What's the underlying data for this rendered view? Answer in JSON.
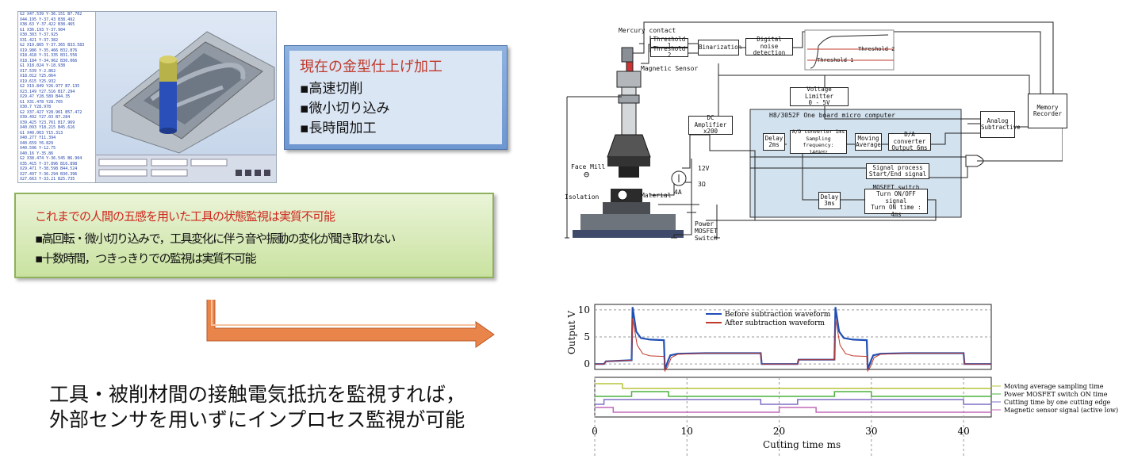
{
  "cam": {
    "code_lines": [
      "G2 X47.539 Y-36.151 B7.702",
      "X44.195 Y-37.43 B38.492",
      "X38.63 Y-37.422 B38.465",
      "G1 X36.193 Y-37.904",
      "X30.303 Y-37.925",
      "X31.421 Y-37.382",
      "G2 X19.865 Y-37.365 B33.583",
      "X19.986 Y-35.466 B32.876",
      "X18.418 Y-31.335 B31.556",
      "X18.184 Y-34.962 B30.066",
      "G1 X18.024 Y-18.938",
      "X17.539 Y-2.862",
      "X18.012 Y25.064",
      "X19.615 Y25.932",
      "G2 X19.849 Y26.977 B7.135",
      "X23.149 Y27.516 B17.294",
      "X29.47 Y28.589 B44.35",
      "G1 X31.478 Y28.765",
      "X30.7 Y28.978",
      "G2 X37.427 Y28.961 B57.472",
      "X39.492 Y27.03 B7.284",
      "X39.425 Y23.761 B17.969",
      "X40.093 Y18.215 B45.616",
      "G1 X40.063 Y15.313",
      "X40.277 Y11.394",
      "X40.659 Y6.829",
      "X40.596 Y-12.75",
      "X40.16 Y-35.86",
      "G2 X38.474 Y-36.545 B6.904",
      "X35.415 Y-37.896 B16.898",
      "X29.471 Y-38.598 B44.524",
      "X27.497 Y-36.294 B30.396",
      "X27.663 Y-33.21 B25.735"
    ]
  },
  "blue_box": {
    "title": "現在の金型仕上げ加工",
    "items": [
      "▪高速切削",
      "▪微小切り込み",
      "▪長時間加工"
    ]
  },
  "green_box": {
    "title": "これまでの人間の五感を用いた工具の状態監視は実質不可能",
    "items": [
      "▪高回転・微小切り込みで，工具変化に伴う音や振動の変化が聞き取れない",
      "▪十数時間，つきっきりでの監視は実質不可能"
    ]
  },
  "bottom_text": {
    "line1": "工具・被削材間の接触電気抵抗を監視すれば，",
    "line2": "外部センサを用いずにインプロセス監視が可能"
  },
  "colors": {
    "arrow_fill": "#e9844a",
    "blue_title": "#c0392b",
    "green_title": "#d0271e",
    "board_fill": "#d3e2ef"
  },
  "diagram": {
    "mercury_contact": "Mercury\ncontact",
    "magnetic_sensor": "Magnetic Sensor",
    "threshold1": "Threshold 1",
    "threshold2": "Threshold 2",
    "binarization": "Binarization",
    "digital_noise": "Digital noise\ndetection",
    "inset_threshold1": "Threshold 1",
    "inset_threshold2": "Threshold 2",
    "voltage_limiter": "Voltage Limitter\n0 - 5V",
    "board_title": "H8/3052F One board micro computer",
    "dc_amp": "DC Amplifier\nx200",
    "delay2": "Delay\n2ms",
    "adc": "A/D converter 1ms\nSampling frequency:\n146kHz",
    "moving_avg": "Moving\nAverage",
    "dac": "D/A converter\nOutput 6ms",
    "analog_sub": "Analog\nSubtractive",
    "memory": "Memory\nRecorder",
    "signal_process": "Signal process\nStart/End signal",
    "delay3": "Delay\n3ms",
    "mosfet": "MOSFET switch\nTurn ON/OFF signal\nTurn ON time : 4ms",
    "face_mill": "Face Mill",
    "isolation": "Isolation",
    "material": "Material",
    "v12": "12V",
    "r3": "3Ω",
    "a4": "4A",
    "power_mosfet": "Power\nMOSFET\nSwitch"
  },
  "chart_data": {
    "type": "line",
    "xlabel": "Cutting time    ms",
    "ylabel": "Output    V",
    "xlim": [
      0,
      43
    ],
    "ylim": [
      -1,
      11
    ],
    "xticks": [
      "0",
      "10",
      "20",
      "30",
      "40"
    ],
    "yticks": [
      "0",
      "5",
      "10"
    ],
    "series": [
      {
        "name": "Before subtraction waveform",
        "color": "#1f4fb5",
        "x": [
          0,
          1,
          1.2,
          4,
          4.1,
          4.5,
          5,
          6,
          7.5,
          7.6,
          8,
          8.2,
          9,
          12,
          16,
          18,
          18.1,
          22,
          22.1,
          26,
          26.1,
          26.5,
          27,
          28,
          29.5,
          29.6,
          30,
          30.2,
          31,
          34,
          38,
          40,
          40.1,
          43
        ],
        "y": [
          0,
          0,
          0.5,
          0.7,
          10.5,
          6,
          4.8,
          4.5,
          4.4,
          -1,
          0.8,
          1.6,
          1.9,
          2.0,
          2.0,
          2.0,
          0,
          0,
          0.8,
          0.8,
          10.5,
          6,
          4.8,
          4.5,
          4.4,
          -1,
          0.8,
          1.6,
          1.9,
          2.0,
          2.0,
          2.0,
          0,
          0
        ]
      },
      {
        "name": "After subtraction waveform",
        "color": "#c0392b",
        "x": [
          0,
          1,
          1.2,
          4,
          4.1,
          4.6,
          5.2,
          6,
          7.5,
          7.6,
          7.9,
          8.3,
          9,
          12,
          16,
          18,
          18.1,
          22,
          22.1,
          26,
          26.1,
          26.6,
          27.2,
          28,
          29.5,
          29.6,
          29.9,
          30.3,
          31,
          34,
          38,
          40,
          40.1,
          43
        ],
        "y": [
          0,
          0,
          0.5,
          0.7,
          8.5,
          3.5,
          1.9,
          1.5,
          1.4,
          -1.3,
          -0.5,
          1.2,
          1.8,
          2.0,
          2.0,
          2.0,
          0,
          0,
          0.8,
          0.8,
          8.5,
          3.5,
          1.9,
          1.5,
          1.4,
          -1.3,
          -0.5,
          1.2,
          1.8,
          2.0,
          2.0,
          2.0,
          0,
          0
        ]
      }
    ],
    "digital_signals": [
      {
        "name": "Moving average sampling time",
        "color": "#b7c43a"
      },
      {
        "name": "Power MOSFET switch ON time",
        "color": "#4db23e"
      },
      {
        "name": "Cutting time by one cutting edge",
        "color": "#7f6fc4"
      },
      {
        "name": "Magnetic sensor signal (active low)",
        "color": "#c06ab9"
      }
    ]
  }
}
